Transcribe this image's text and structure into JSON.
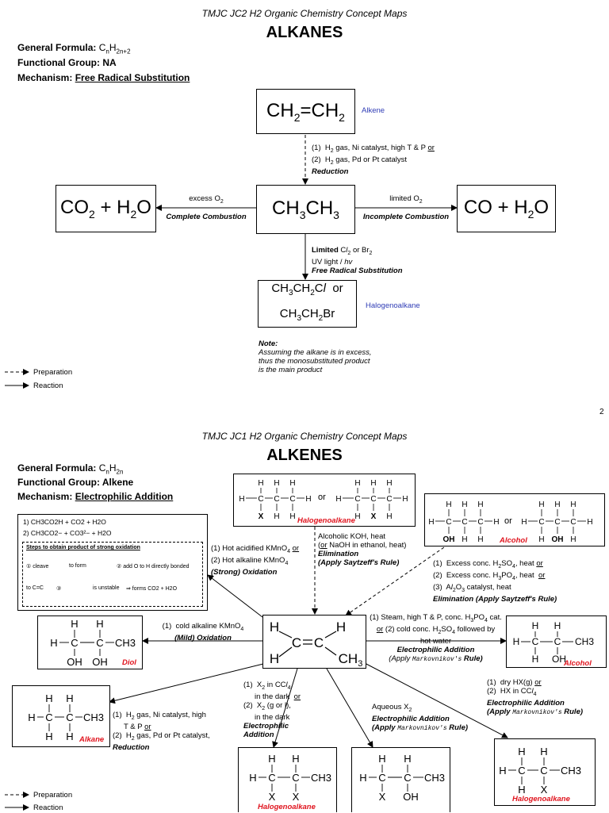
{
  "page1": {
    "header": "TMJC JC2 H2 Organic Chemistry Concept Maps",
    "title": "ALKANES",
    "general_formula_label": "General Formula: ",
    "general_formula_value": "CnH2n+2",
    "functional_group": "Functional Group: NA",
    "mechanism_label": "Mechanism: ",
    "mechanism_value": "Free Radical Substitution",
    "center": "CH3CH3",
    "top_box": "CH2=CH2",
    "top_tag": "Alkene",
    "left_box": "CO2 + H2O",
    "right_box": "CO + H2O",
    "bottom_box_line1": "CH3CH2Cl  or",
    "bottom_box_line2": "CH3CH2Br",
    "bottom_tag": "Halogenoalkane",
    "reduction": [
      "(1)  H2 gas, Ni catalyst, high T & P or",
      "(2)  H2 gas, Pd or Pt catalyst",
      "Reduction"
    ],
    "left_arrow": [
      "excess O2",
      "Complete Combustion"
    ],
    "right_arrow": [
      "limited O2",
      "Incomplete Combustion"
    ],
    "fr": [
      "Limited Cl2 or Br2",
      "UV light / hv",
      "Free Radical Substitution"
    ],
    "note_title": "Note:",
    "note": [
      "Assuming the alkane is in excess,",
      "thus the monosubstituted product",
      "is the main product"
    ],
    "legend": [
      "Preparation",
      "Reaction"
    ],
    "page_number": "2"
  },
  "page2": {
    "header": "TMJC JC1 H2 Organic Chemistry Concept Maps",
    "title": "ALKENES",
    "general_formula": "General Formula: CnH2n",
    "functional_group": "Functional Group:  Alkene",
    "mechanism_label": "Mechanism: ",
    "mechanism_value": "Electrophilic Addition",
    "halo_top_tag": "Halogenoalkane",
    "alcohol_top_tag": "Alcohol",
    "or": "or",
    "oxidation_box": [
      "1) CH3CO2H + CO2 + H2O",
      "2) CH3CO2− + CO3²− + H2O"
    ],
    "oxidation_steps_title": "Steps to obtain product of strong oxidation",
    "oxidation_steps": [
      "① cleave",
      "to form",
      "② add O to H directly bonded",
      "to C=C",
      "③",
      "is unstable",
      "⇒ forms CO2 + H2O"
    ],
    "strong_ox": [
      "(1) Hot acidified KMnO4 or",
      "(2) Hot alkaline KMnO4",
      "(Strong) Oxidation"
    ],
    "elim_koh": [
      "Alcoholic KOH, heat",
      "(or NaOH in ethanol, heat)",
      "Elimination",
      "(Apply Saytzeff's Rule)"
    ],
    "elim_acid": [
      "(1)  Excess conc. H2SO4, heat or",
      "(2)  Excess conc. H3PO4, heat  or",
      "(3)  Al2O3 catalyst, heat",
      "Elimination (Apply Saytzeff's Rule)"
    ],
    "mild_ox": [
      "(1)  cold alkaline KMnO4",
      "(Mild) Oxidation"
    ],
    "diol_tag": "Diol",
    "hydration": [
      "(1) Steam, high T & P, conc. H3PO4 cat.",
      "or (2) cold conc. H2SO4 followed by",
      "hot water",
      "Electrophilic Addition",
      "(Apply Markovnikov's Rule)"
    ],
    "alcohol_right_tag": "Alcohol",
    "alkane_tag": "Alkane",
    "reduction": [
      "(1)  H2 gas, Ni catalyst, high",
      "T & P or",
      "(2)  H2 gas, Pd or Pt catalyst,",
      "Reduction"
    ],
    "halogen": [
      "(1)  X2 in CCl4,",
      "in the dark  or",
      "(2)  X2 (g or l),",
      "in the dark",
      "Electrophilic",
      "Addition"
    ],
    "aqueous": [
      "Aqueous X2",
      "Electrophilic Addition",
      "(Apply Markovnikov's Rule)"
    ],
    "hx": [
      "(1)  dry HX(g) or",
      "(2)  HX in CCl4",
      "Electrophilic Addition",
      "(Apply Markovnikov's Rule)"
    ],
    "halo_bottom_tag": "Halogenoalkane",
    "legend": [
      "Preparation",
      "Reaction"
    ]
  }
}
